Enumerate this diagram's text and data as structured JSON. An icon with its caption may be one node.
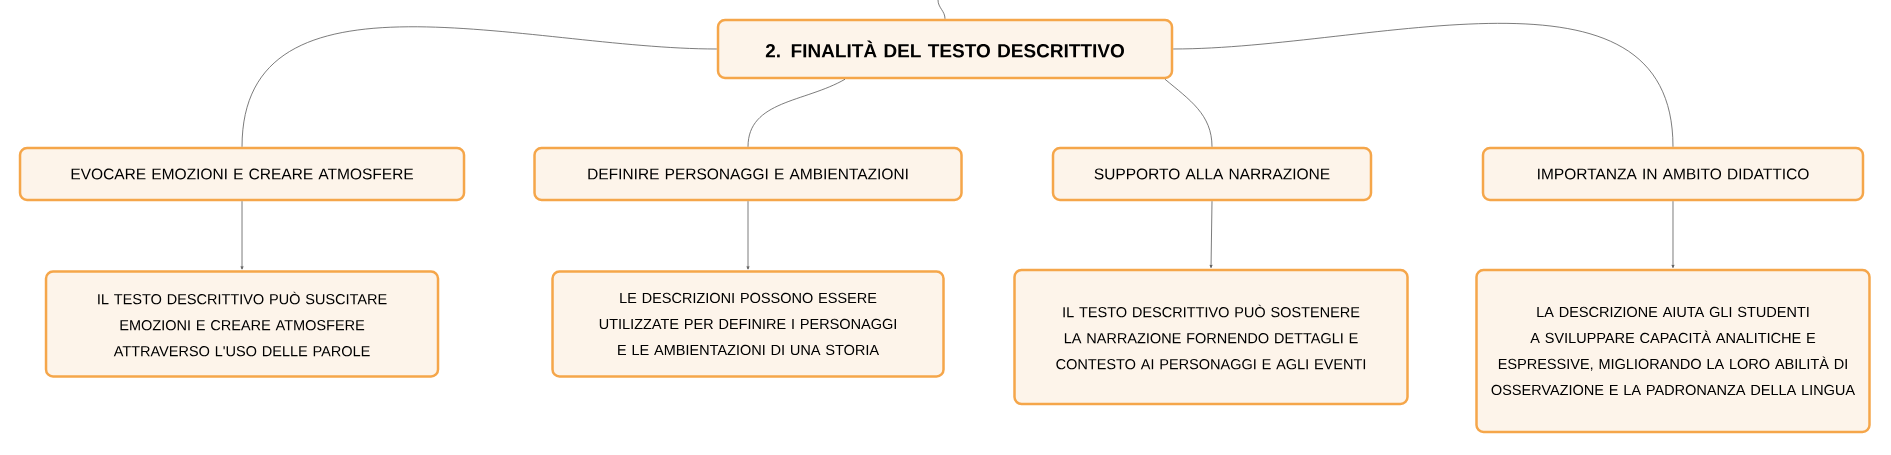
{
  "diagram": {
    "nodes": [
      {
        "text": [
          "2. FINALITÀ DEL TESTO DESCRITTIVO"
        ]
      },
      {
        "text": [
          "EVOCARE EMOZIONI E CREARE ATMOSFERE"
        ]
      },
      {
        "text": [
          "DEFINIRE PERSONAGGI E AMBIENTAZIONI"
        ]
      },
      {
        "text": [
          "SUPPORTO ALLA NARRAZIONE"
        ]
      },
      {
        "text": [
          "IMPORTANZA IN AMBITO DIDATTICO"
        ]
      },
      {
        "text": [
          "IL TESTO DESCRITTIVO PUÒ SUSCITARE EMOZIONI E CREARE ATMOSFERE ATTRAVERSO L'USO DELLE PAROLE"
        ]
      },
      {
        "text": [
          "LE DESCRIZIONI POSSONO ESSERE UTILIZZATE PER DEFINIRE I PERSONAGGI E LE AMBIENTAZIONI DI UNA STORIA"
        ]
      },
      {
        "text": [
          "IL TESTO DESCRITTIVO PUÒ SOSTENERE LA NARRAZIONE FORNENDO DETTAGLI E CONTESTO AI PERSONAGGI E AGLI EVENTI"
        ]
      },
      {
        "text": [
          "LA DESCRIZIONE AIUTA GLI STUDENTI A SVILUPPARE CAPACITÀ ANALITICHE E ESPRESSIVE, MIGLIORANDO LA LORO ABILITÀ DI OSSERVAZIONE E LA PADRONANZA DELLA LINGUA"
        ]
      }
    ],
    "edges": [
      {
        "from": null,
        "to": 0,
        "arrow": "none"
      },
      {
        "from": 0,
        "to": 1,
        "arrow": "none"
      },
      {
        "from": 0,
        "to": 2,
        "arrow": "none"
      },
      {
        "from": 0,
        "to": 3,
        "arrow": "none"
      },
      {
        "from": 0,
        "to": 4,
        "arrow": "none"
      },
      {
        "from": 1,
        "to": 5,
        "arrow": "to"
      },
      {
        "from": 2,
        "to": 6,
        "arrow": "to"
      },
      {
        "from": 3,
        "to": 7,
        "arrow": "to"
      },
      {
        "from": 4,
        "to": 8,
        "arrow": "to"
      }
    ]
  }
}
